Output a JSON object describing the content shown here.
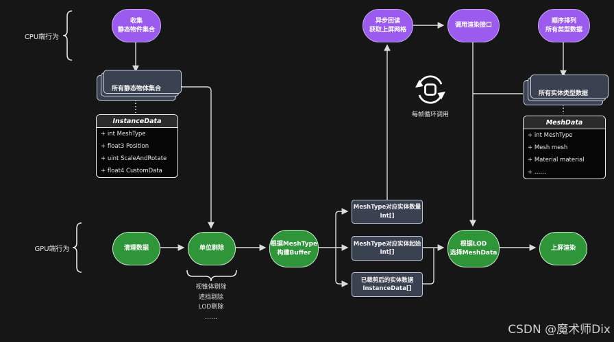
{
  "colors": {
    "background": "#161616",
    "cpu_node": "#9a5bee",
    "gpu_node": "#2e9538",
    "data_box": "#3a4150",
    "connector": "#dcdcdc"
  },
  "section_labels": {
    "cpu": "CPU端行为",
    "gpu": "GPU端行为"
  },
  "cpu_flow": {
    "collect": {
      "line1": "收集",
      "line2": "静态物件集合"
    },
    "async_readback": {
      "line1": "异步回读",
      "line2": "获取上屏网格"
    },
    "call_render_api": {
      "label": "调用渲染接口"
    },
    "sort_all_types": {
      "line1": "顺序排列",
      "line2": "所有类型数据"
    },
    "static_collection_box": {
      "label": "所有静态物体集合"
    },
    "entity_type_box": {
      "label": "所有实体类型数据"
    }
  },
  "class_boxes": {
    "instance_data": {
      "name": "InstanceData",
      "fields": [
        "+ int MeshType",
        "+ float3 Position",
        "+ uint ScaleAndRotate",
        "+ float4 CustomData"
      ]
    },
    "mesh_data": {
      "name": "MeshData",
      "fields": [
        "+ int MeshType",
        "+ Mesh mesh",
        "+ Material material",
        "+ ……"
      ]
    }
  },
  "loop": {
    "caption": "每帧循环调用"
  },
  "gpu_flow": {
    "clear": {
      "label": "清理数据"
    },
    "cull": {
      "label": "单位剔除"
    },
    "build_buffer": {
      "line1": "根据MeshType",
      "line2": "构建Buffer"
    },
    "select_mesh": {
      "line1": "根据LOD",
      "line2": "选择MeshData"
    },
    "screen_render": {
      "label": "上屏渲染"
    }
  },
  "gpu_buffers": [
    {
      "line1": "MeshType对应实体数量",
      "line2": "Int[]"
    },
    {
      "line1": "MeshType对应实体起始",
      "line2": "Int[]"
    },
    {
      "line1": "已裁剪后的实体数据",
      "line2": "InstanceData[]"
    }
  ],
  "cull_methods": [
    "视锥体剔除",
    "遮挡剔除",
    "LOD剔除",
    "……"
  ],
  "watermark": "CSDN @魔术师Dix"
}
